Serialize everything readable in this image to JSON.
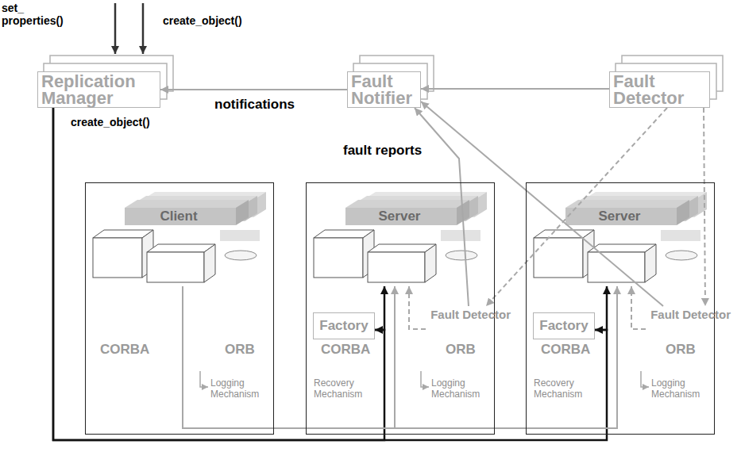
{
  "diagram": {
    "nodes": [
      {
        "text": [
          "Replication Manager"
        ]
      },
      {
        "text": [
          "Fault Notifier"
        ]
      },
      {
        "text": [
          "Fault Detector"
        ]
      },
      {
        "text": [
          "CORBA",
          "ORB"
        ]
      },
      {
        "text": [
          "Client"
        ],
        "in": 3
      },
      {
        "text": [
          "CORBA",
          "ORB"
        ]
      },
      {
        "text": [
          "Server"
        ],
        "in": 5
      },
      {
        "text": [
          "Factory"
        ],
        "in": 5
      },
      {
        "text": [
          "Fault Detector"
        ],
        "in": 5
      },
      {
        "text": [
          "CORBA",
          "ORB"
        ]
      },
      {
        "text": [
          "Server"
        ],
        "in": 9
      },
      {
        "text": [
          "Factory"
        ],
        "in": 9
      },
      {
        "text": [
          "Fault Detector"
        ],
        "in": 9
      }
    ],
    "edges": [
      {
        "from": 1,
        "to": 0,
        "arrow": "to",
        "label": "notifications"
      },
      {
        "from": 2,
        "to": 1,
        "arrow": "to"
      },
      {
        "from": 2,
        "to": 8,
        "arrow": "to"
      },
      {
        "from": 2,
        "to": 12,
        "arrow": "to"
      },
      {
        "from": 8,
        "to": 1,
        "arrow": "to",
        "label": "fault reports"
      },
      {
        "from": 12,
        "to": 1,
        "arrow": "to"
      },
      {
        "from": 0,
        "to": 7,
        "arrow": "to",
        "label": "create_object()"
      },
      {
        "from": 7,
        "to": 6,
        "arrow": "to"
      },
      {
        "from": 0,
        "to": 11,
        "arrow": "to"
      },
      {
        "from": 11,
        "to": 10,
        "arrow": "to"
      },
      {
        "from": 4,
        "to": 6,
        "arrow": "to"
      },
      {
        "from": 4,
        "to": 10,
        "arrow": "to"
      },
      {
        "from": 8,
        "to": 6,
        "arrow": "to"
      },
      {
        "from": 12,
        "to": 10,
        "arrow": "to"
      }
    ],
    "labels": [
      "set_ properties()",
      "create_object()",
      "Logging Mechanism",
      "Recovery Mechanism",
      "Logging Mechanism",
      "Recovery Mechanism",
      "Logging Mechanism"
    ]
  }
}
